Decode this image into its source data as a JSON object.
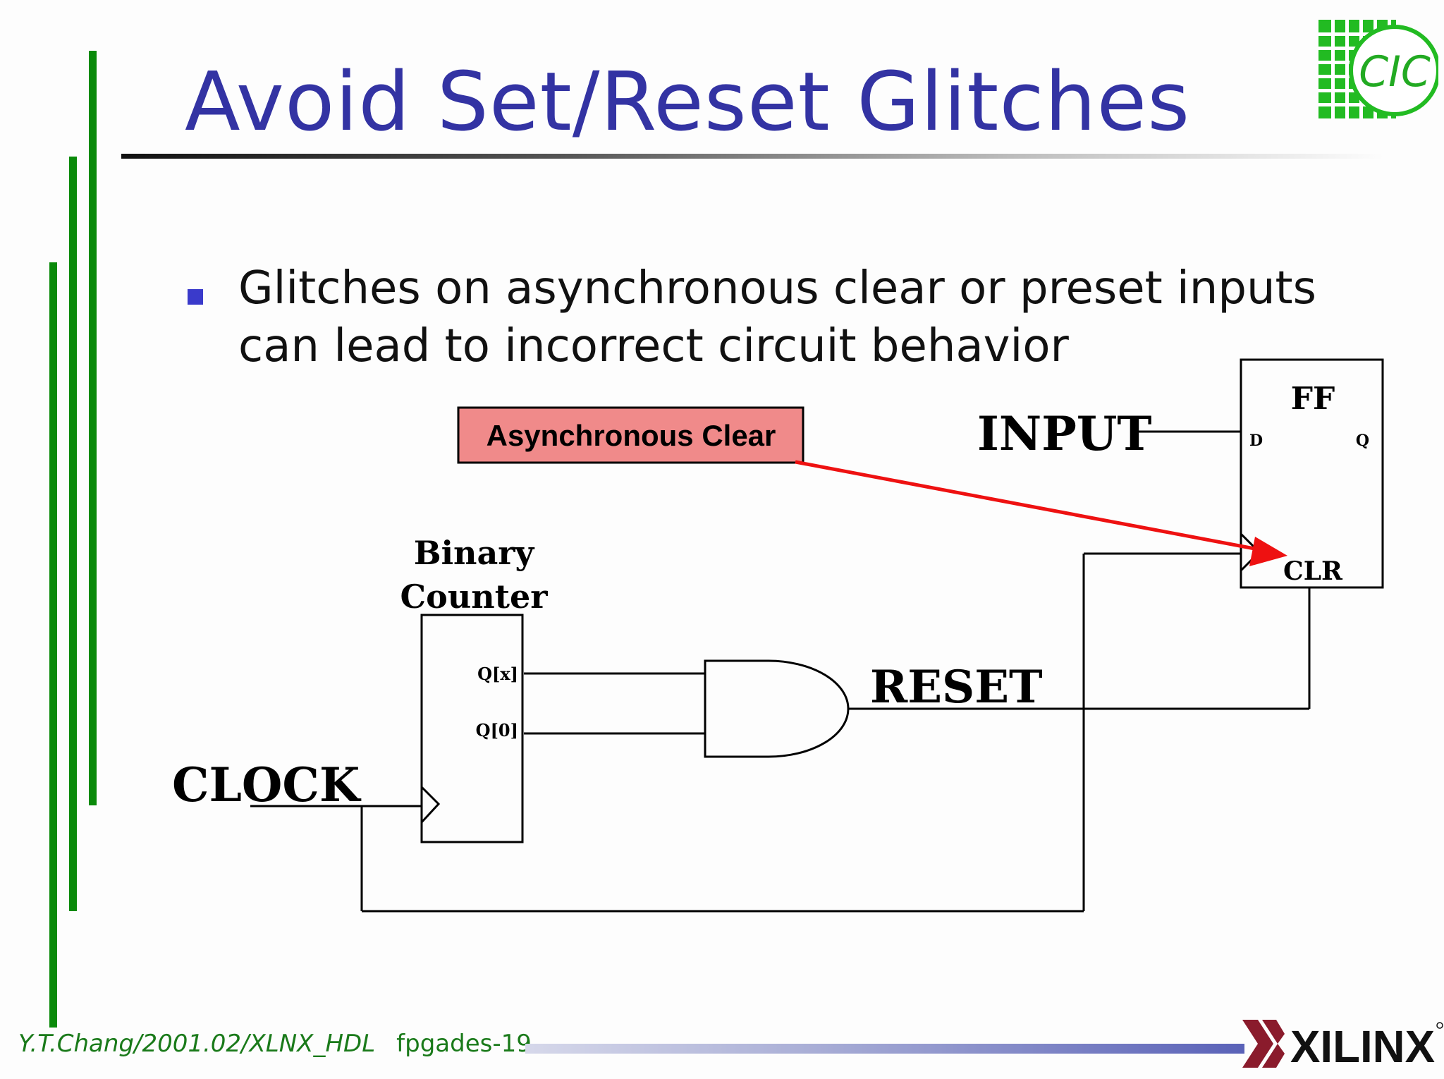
{
  "slide": {
    "title": "Avoid Set/Reset Glitches",
    "bullet": "Glitches on asynchronous clear or preset inputs can lead to incorrect circuit behavior"
  },
  "diagram": {
    "callout": "Asynchronous Clear",
    "counter_title_line1": "Binary",
    "counter_title_line2": "Counter",
    "counter_pin_qx": "Q[x]",
    "counter_pin_q0": "Q[0]",
    "clock_label": "CLOCK",
    "reset_label": "RESET",
    "input_label": "INPUT",
    "ff_title": "FF",
    "ff_pin_d": "D",
    "ff_pin_q": "Q",
    "ff_pin_clr": "CLR"
  },
  "logos": {
    "top_right": "CIC",
    "bottom_right": "XILINX"
  },
  "footer": {
    "author": "Y.T.Chang/2001.02/XLNX_HDL",
    "page": "fpgades-19"
  },
  "colors": {
    "title": "#3333a3",
    "bars": "#0a8a0a",
    "callout_fill": "#f08a8a",
    "arrow": "#ee1111"
  }
}
